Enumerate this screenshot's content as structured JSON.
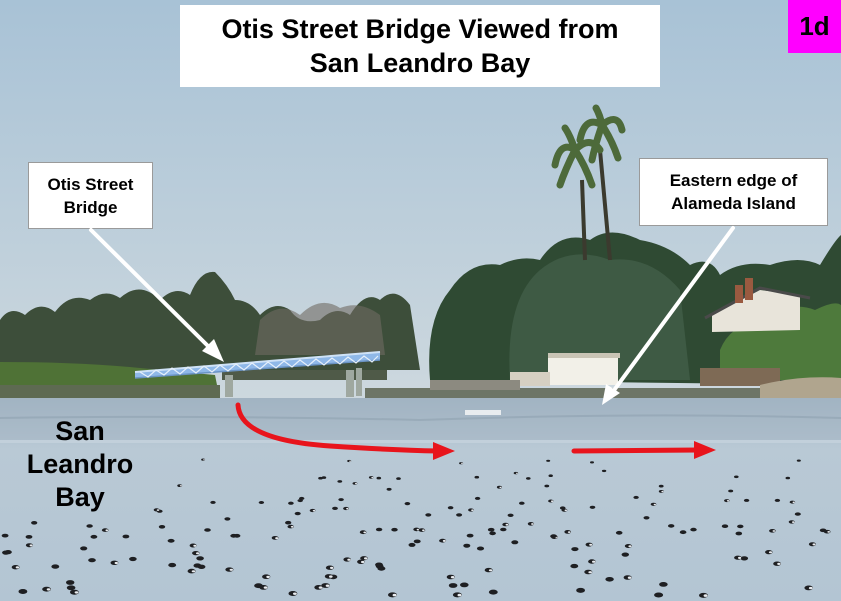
{
  "title": {
    "line1": "Otis Street Bridge Viewed from",
    "line2": "San Leandro Bay"
  },
  "badge": {
    "label": "1d",
    "color": "#ff00ff"
  },
  "callouts": [
    {
      "line1": "Otis Street",
      "line2": "Bridge"
    },
    {
      "line1": "Eastern edge of",
      "line2": "Alameda Island"
    }
  ],
  "bay_label": {
    "line1": "San",
    "line2": "Leandro",
    "line3": "Bay"
  },
  "colors": {
    "sky_top": "#a9c3d6",
    "sky_bottom": "#c9d5dc",
    "water": "#b7c7d3",
    "bridge": "#8fb8e8",
    "flow_arrow": "#e8141c",
    "pointer_arrow": "#ffffff"
  },
  "icons": [
    "pointer-arrow",
    "flow-arrow",
    "palm-tree-icon",
    "house-icon",
    "bird-icon"
  ]
}
